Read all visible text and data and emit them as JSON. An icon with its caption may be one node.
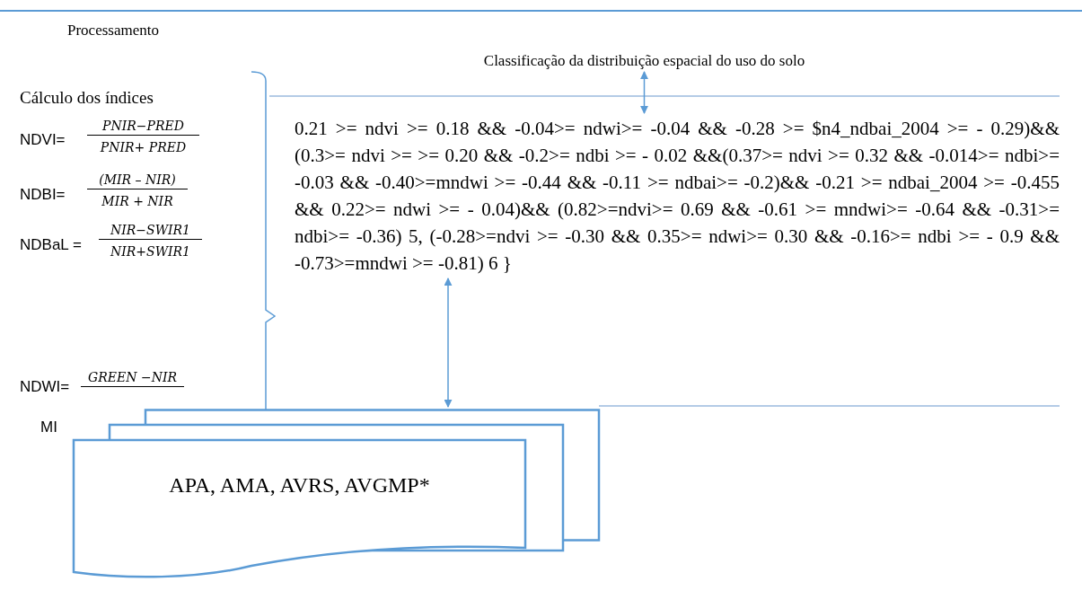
{
  "diagram": {
    "nodes": [
      {
        "text": [
          "Classificação da distribuição espacial do uso do solo"
        ]
      },
      {
        "text": [
          "0.21 >= ndvi >= 0.18 && -0.04>= ndwi>= -0.04 && -0.28 >= $n4_ndbai_2004 >= - 0.29)&& (0.3>= ndvi >= >= 0.20 && -0.2>= ndbi >= - 0.02 &&(0.37>= ndvi >= 0.32 && -0.014>= ndbi>= -0.03 && -0.40>=mndwi >= -0.44 && -0.11 >= ndbai>= -0.2)&& -0.21 >= ndbai_2004 >= -0.455 && 0.22>= ndwi >= - 0.04)&& (0.82>=ndvi>= 0.69 && -0.61 >= mndwi>= -0.64 && -0.31>= ndbi>= -0.36) 5, (-0.28>=ndvi >= -0.30 && 0.35>= ndwi>= 0.30 && -0.16>= ndbi >= - 0.9 && -0.73>=mndwi >= -0.81) 6 }"
        ]
      },
      {
        "text": [
          "APA, AMA, AVRS, AVGMP*"
        ]
      }
    ],
    "edges": [
      {
        "from": 0,
        "to": 1,
        "arrow": "both"
      },
      {
        "from": 1,
        "to": 2,
        "arrow": "both"
      }
    ],
    "labels": [
      "Processamento",
      "Cálculo dos índices",
      "NDVI=",
      "PNIR−PRED",
      "PNIR+ PRED",
      "NDBI=",
      "(MIR – NIR)",
      "MIR + NIR",
      "NDBaL =",
      "NIR−SWIR1",
      "NIR+SWIR1",
      "NDWI=",
      "GREEN −NIR",
      "MI"
    ]
  }
}
